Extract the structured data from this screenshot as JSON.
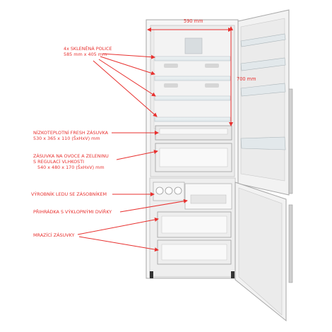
{
  "dimensions": {
    "width": "590 mm",
    "height": "700 mm"
  },
  "callouts": [
    {
      "id": "shelves",
      "lines": [
        "4x SKLENĚNÁ POLICE",
        "585 mm x 405 mm"
      ]
    },
    {
      "id": "fresh-drawer",
      "lines": [
        "NÍZKOTEPLOTNÍ FRESH ZÁSUVKA",
        "530 x 365 x 110 (ŠxHxV) mm"
      ]
    },
    {
      "id": "crisper-drawer",
      "lines": [
        "ZÁSUVKA NA OVOCE A ZELENINU",
        "S REGULACÍ VLHKOSTI",
        "540 x 480 x 170 (ŠxHxV) mm"
      ]
    },
    {
      "id": "ice-maker",
      "lines": [
        "VÝROBNÍK LEDU SE ZÁSOBNÍKEM"
      ]
    },
    {
      "id": "flap-compartment",
      "lines": [
        "PŘIHRÁDKA S VÝKLOPNÝMI DVÍŘKY"
      ]
    },
    {
      "id": "freezer-drawers",
      "lines": [
        "MRAZÍCÍ ZÁSUVKY"
      ]
    }
  ],
  "colors": {
    "annotation": "#e8312f",
    "body": "#f4f4f4",
    "outline": "#9a9a9a",
    "handle": "#c8c8c8"
  }
}
